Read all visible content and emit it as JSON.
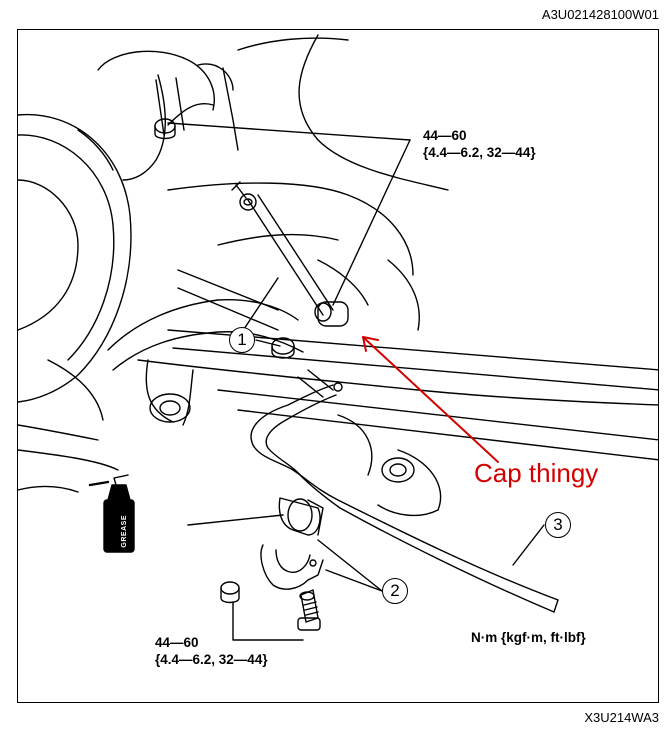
{
  "image_code_top": "A3U021428100W01",
  "image_code_bottom": "X3U214WA3",
  "torque_spec_top": {
    "line1": "44—60",
    "line2": "{4.4—6.2, 32—44}"
  },
  "torque_spec_bottom": {
    "line1": "44—60",
    "line2": "{4.4—6.2, 32—44}"
  },
  "units_label": "N·m {kgf·m, ft·lbf}",
  "annotation": {
    "text": "Cap thingy",
    "color": "#d40000"
  },
  "callouts": [
    "1",
    "2",
    "3"
  ],
  "grease_label": "GREASE",
  "icons": [
    "grease-can-icon",
    "bolt-icon",
    "nut-icon",
    "arrow-icon"
  ]
}
